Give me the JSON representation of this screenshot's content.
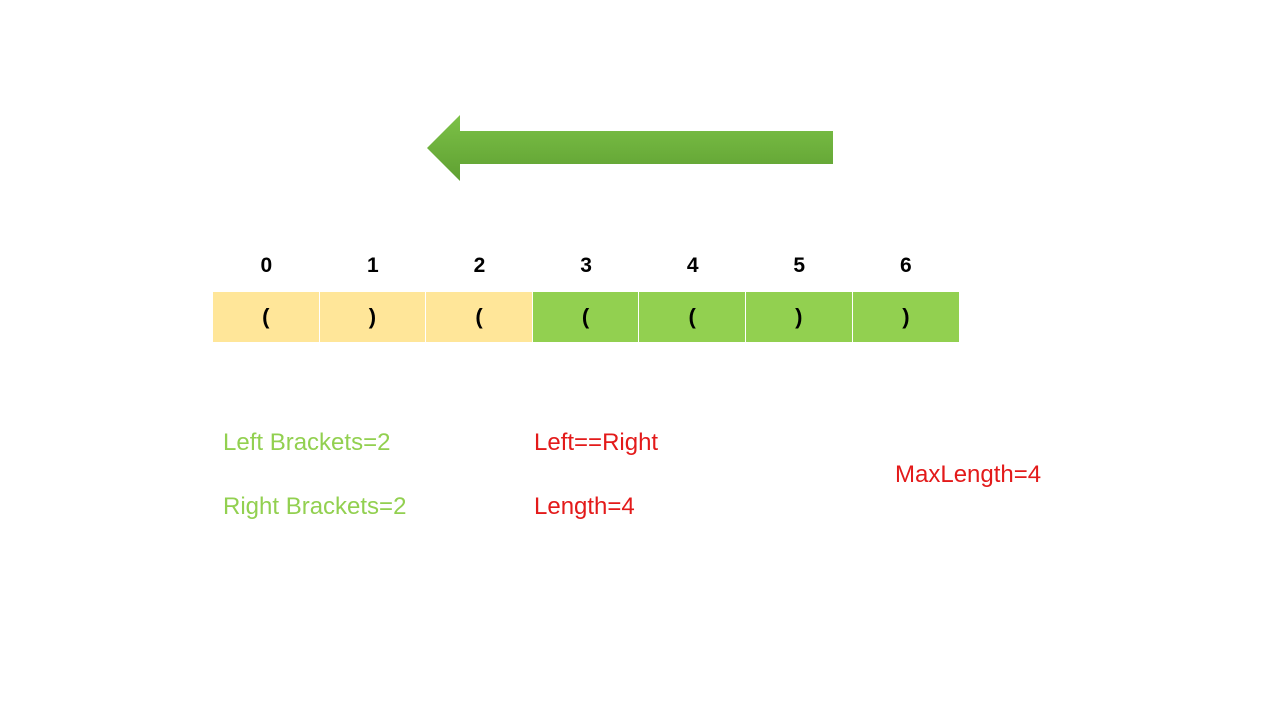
{
  "colors": {
    "arrow": "#6aad3d",
    "cell_visited": "#ffe699",
    "cell_matched": "#92d050",
    "counter_text": "#92d050",
    "result_text": "#e31a1a"
  },
  "arrow": {
    "direction": "left"
  },
  "indices": [
    "0",
    "1",
    "2",
    "3",
    "4",
    "5",
    "6"
  ],
  "cells": [
    {
      "char": "(",
      "state": "visited"
    },
    {
      "char": ")",
      "state": "visited"
    },
    {
      "char": "(",
      "state": "visited"
    },
    {
      "char": "(",
      "state": "matched"
    },
    {
      "char": "(",
      "state": "matched"
    },
    {
      "char": ")",
      "state": "matched"
    },
    {
      "char": ")",
      "state": "matched"
    }
  ],
  "labels": {
    "left_brackets": "Left Brackets=2",
    "right_brackets": "Right Brackets=2",
    "left_equals_right": "Left==Right",
    "length": "Length=4",
    "max_length": "MaxLength=4"
  }
}
